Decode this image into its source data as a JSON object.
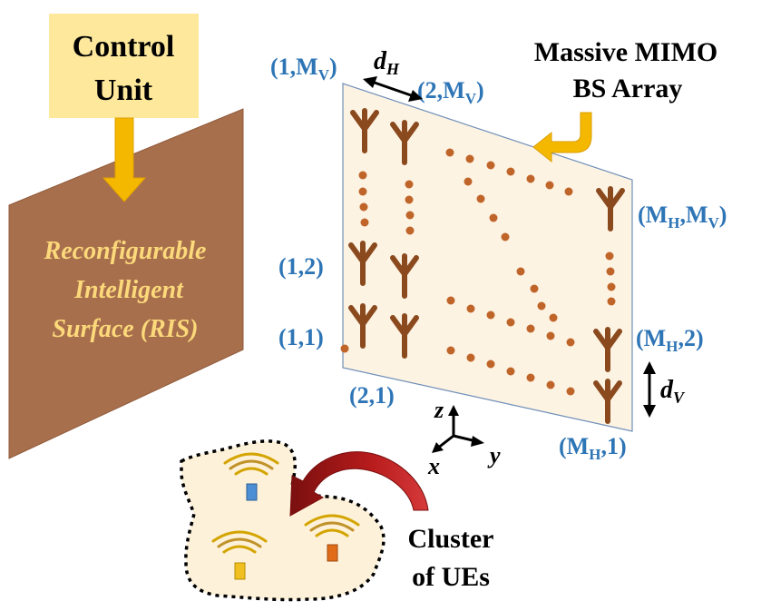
{
  "control_unit": {
    "line1": "Control",
    "line2": "Unit"
  },
  "ris": {
    "line1": "Reconfigurable",
    "line2": "Intelligent",
    "line3": "Surface (RIS)"
  },
  "bs_array": {
    "line1": "Massive MIMO",
    "line2": "BS Array"
  },
  "antenna_labels": {
    "top_left": [
      "(1,M",
      "V",
      ")"
    ],
    "top_second": [
      "(2,M",
      "V",
      ")"
    ],
    "right_top": [
      "(M",
      "H",
      ",M",
      "V",
      ")"
    ],
    "left_mid": "(1,2)",
    "left_bottom": "(1,1)",
    "right_mid": [
      "(M",
      "H",
      ",2)"
    ],
    "bottom_second": "(2,1)",
    "bottom_right": [
      "(M",
      "H",
      ",1)"
    ]
  },
  "spacing": {
    "horizontal": [
      "d",
      "H"
    ],
    "vertical": [
      "d",
      "V"
    ]
  },
  "axes": {
    "z": "z",
    "x": "x",
    "y": "y"
  },
  "cluster": {
    "line1": "Cluster",
    "line2": "of UEs"
  },
  "colors": {
    "label_blue": "#2e75b6",
    "ris_panel": "#a86f4d",
    "bs_panel": "#fdf3e3",
    "control_box": "#fde89b",
    "arrow_orange": "#f5b800",
    "arrow_red": "#a11a1a",
    "antenna_brown": "#8b4a1e",
    "ue_blue": "#4d8fd4",
    "ue_orange": "#e06c1a",
    "ue_yellow": "#f0c020"
  },
  "icons": [
    "antenna-icon",
    "ue-device-icon",
    "wifi-signal-icon",
    "axes-icon"
  ]
}
